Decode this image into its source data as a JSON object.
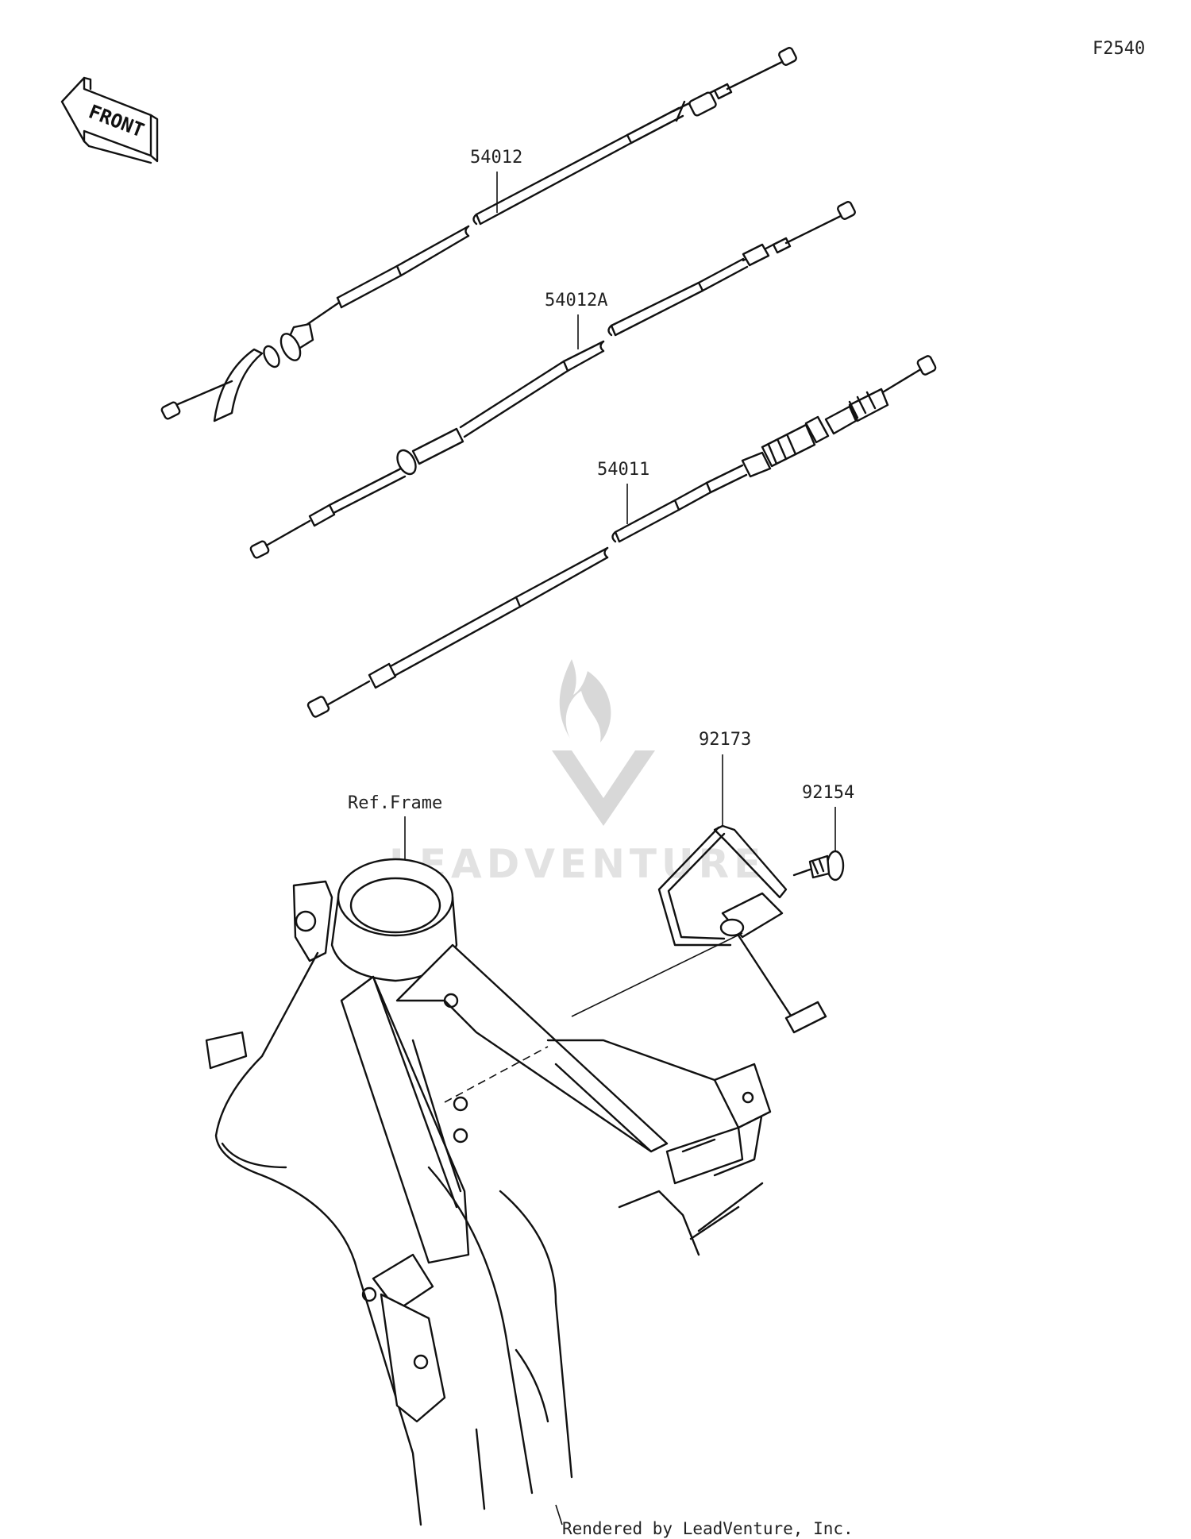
{
  "figure_code": "F2540",
  "front_label": "FRONT",
  "watermark": "LEADVENTURE",
  "credit": "Rendered by LeadVenture, Inc.",
  "callouts": {
    "cable_54012": "54012",
    "cable_54012a": "54012A",
    "cable_54011": "54011",
    "guide_92173": "92173",
    "bolt_92154": "92154",
    "ref_frame": "Ref.Frame"
  }
}
